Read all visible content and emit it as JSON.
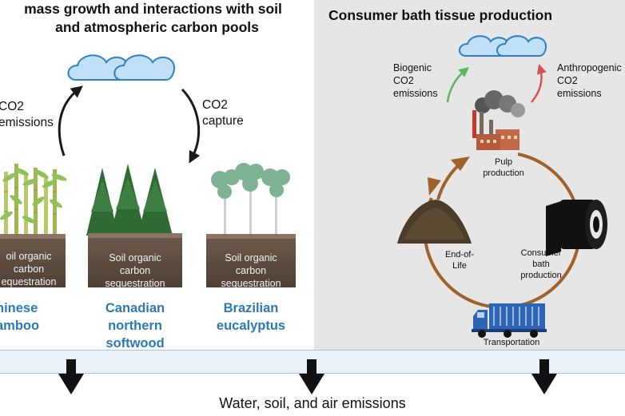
{
  "left_panel": {
    "title_line1": "mass growth and interactions with soil",
    "title_line2": "and atmospheric carbon pools",
    "emissions_label_line1": "CO2",
    "emissions_label_line2": "emissions",
    "capture_label_line1": "CO2",
    "capture_label_line2": "capture",
    "species": [
      {
        "name_line1": "hinese",
        "name_line2": "amboo",
        "name_line3": "",
        "soil_line1": "oil organic",
        "soil_line2": "carbon",
        "soil_line3": "equestration"
      },
      {
        "name_line1": "Canadian",
        "name_line2": "northern",
        "name_line3": "softwood",
        "soil_line1": "Soil organic",
        "soil_line2": "carbon",
        "soil_line3": "sequestration"
      },
      {
        "name_line1": "Brazilian",
        "name_line2": "eucalyptus",
        "name_line3": "",
        "soil_line1": "Soil organic",
        "soil_line2": "carbon",
        "soil_line3": "sequestration"
      }
    ]
  },
  "right_panel": {
    "title": "Consumer bath tissue production",
    "biogenic_line1": "Biogenic",
    "biogenic_line2": "CO2",
    "biogenic_line3": "emissions",
    "anthro_line1": "Anthropogenic",
    "anthro_line2": "CO2",
    "anthro_line3": "emissions",
    "pulp_line1": "Pulp",
    "pulp_line2": "production",
    "consumer_line1": "Consumer",
    "consumer_line2": "bath",
    "consumer_line3": "production",
    "end_line1": "End-of-",
    "end_line2": "Life",
    "transport": "Transportation"
  },
  "footer": {
    "label": "Water, soil, and air emissions"
  },
  "colors": {
    "species_blue": "#2a79b8",
    "cycle_brown": "#a0612a",
    "biogenic_green": "#5cb85c",
    "anthro_red": "#d9534f",
    "cloud_fill": "#bfe0f7",
    "cloud_stroke": "#2f7fc4",
    "band_fill": "#eaf1f9",
    "right_bg": "#e6e6e6"
  },
  "icons": [
    "cloud-icon",
    "bamboo-icon",
    "spruce-icon",
    "eucalyptus-icon",
    "soil-block-icon",
    "factory-icon",
    "toilet-roll-icon",
    "compost-pile-icon",
    "truck-icon",
    "down-arrow-icon"
  ]
}
